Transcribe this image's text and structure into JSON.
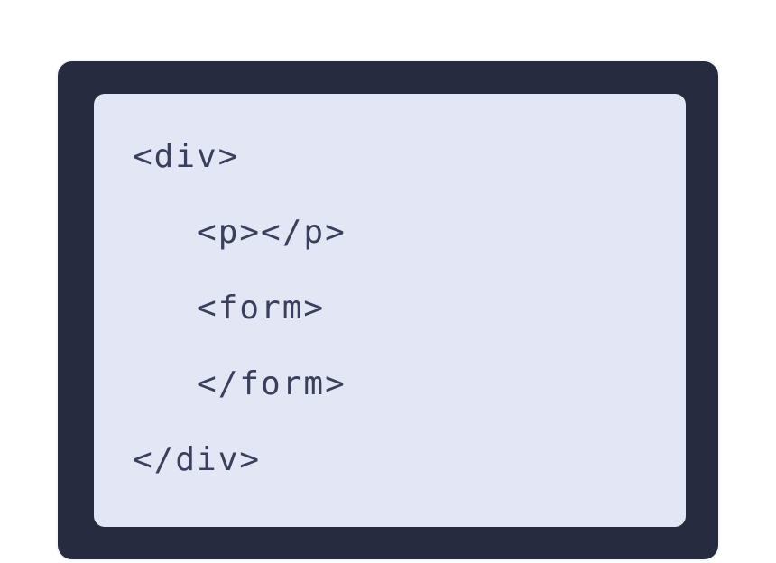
{
  "code": {
    "language": "html",
    "lines": [
      "<div>",
      "   <p></p>",
      "   <form>",
      "   </form>",
      "</div>"
    ]
  },
  "colors": {
    "card_background": "#262b3f",
    "card_border": "#f5f6fa",
    "panel_background": "#e3e6f4",
    "code_text": "#3a3f5c",
    "page_background": "#ffffff"
  }
}
